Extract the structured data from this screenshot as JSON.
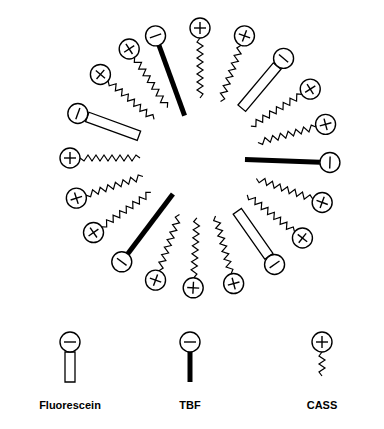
{
  "diagram": {
    "legend": [
      {
        "text": "Fluorescein"
      },
      {
        "text": "TBF"
      },
      {
        "text": "CASS"
      }
    ]
  }
}
